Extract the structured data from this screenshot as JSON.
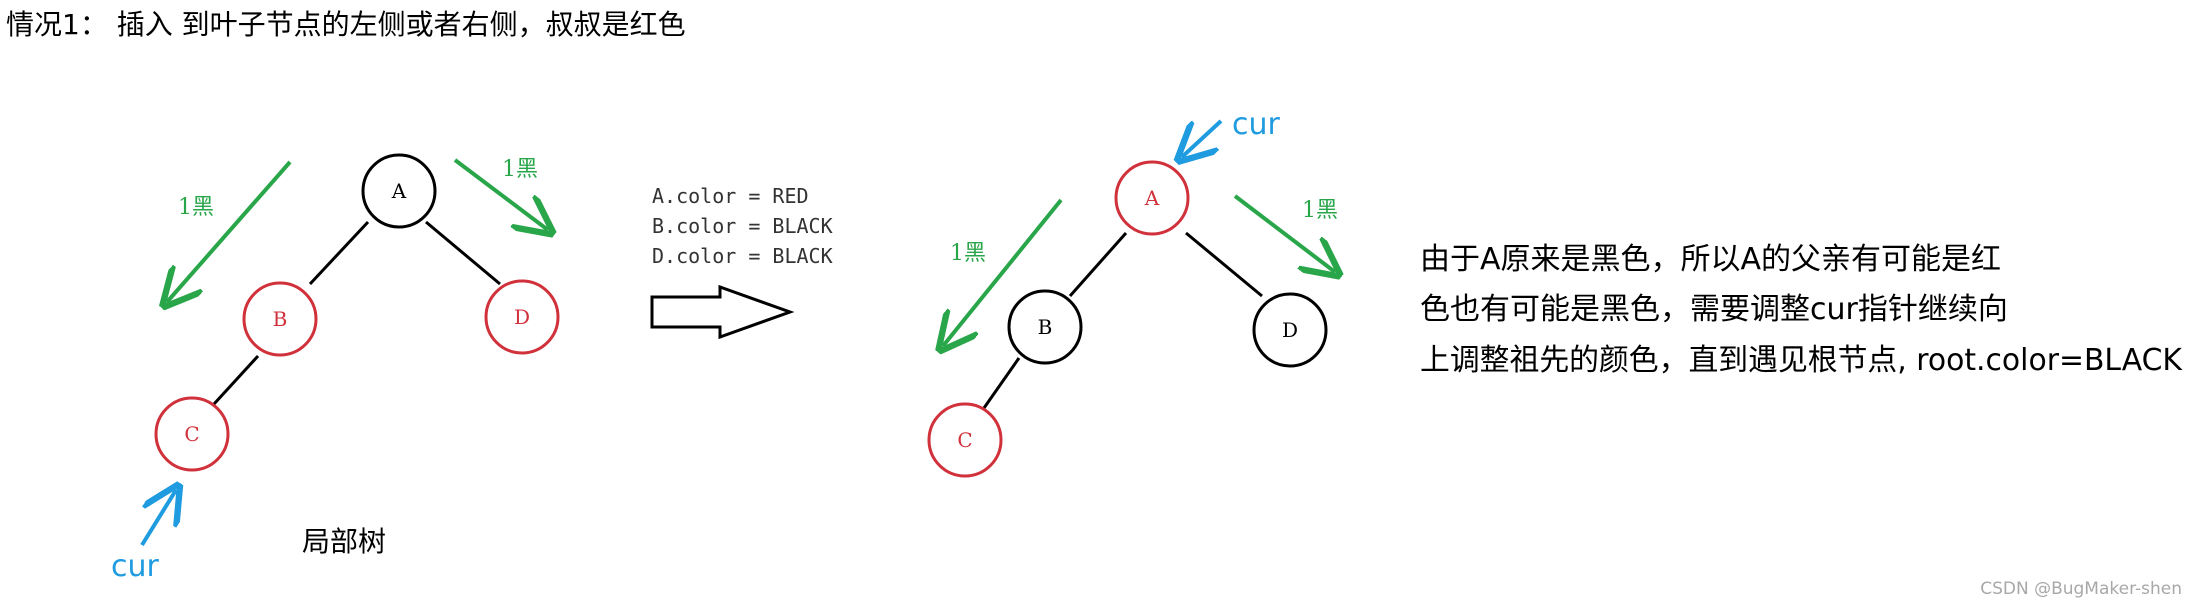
{
  "colors": {
    "red_node": "#d0313a",
    "black_node": "#000000",
    "green_arrow": "#2aa64a",
    "blue_arrow": "#1f9be0"
  },
  "title": "情况1： 插入 到叶子节点的左侧或者右侧，叔叔是红色",
  "left_tree": {
    "nodes": [
      {
        "label": "A",
        "color": "black"
      },
      {
        "label": "B",
        "color": "red"
      },
      {
        "label": "D",
        "color": "red"
      },
      {
        "label": "C",
        "color": "red"
      }
    ],
    "annot_left": "1黑",
    "annot_right": "1黑",
    "cur_label": "cur",
    "caption": "局部树"
  },
  "notes": [
    "A.color = RED",
    "B.color = BLACK",
    "D.color = BLACK"
  ],
  "transition_icon": "right-arrow-icon",
  "right_tree": {
    "nodes": [
      {
        "label": "A",
        "color": "red"
      },
      {
        "label": "B",
        "color": "black"
      },
      {
        "label": "D",
        "color": "black"
      },
      {
        "label": "C",
        "color": "red"
      }
    ],
    "annot_left": "1黑",
    "annot_right": "1黑",
    "cur_label": "cur"
  },
  "explanation": [
    "由于A原来是黑色，所以A的父亲有可能是红",
    "色也有可能是黑色，需要调整cur指针继续向",
    "上调整祖先的颜色，直到遇见根节点, root.color=BLACK"
  ],
  "watermark": "CSDN @BugMaker-shen"
}
